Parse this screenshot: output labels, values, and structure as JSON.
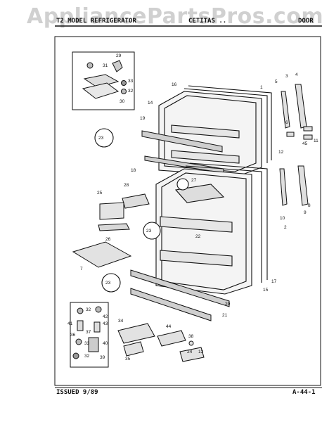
{
  "watermark": "AppliancePartsPros.com",
  "header": {
    "left": "T2 MODEL REFRIGERATOR",
    "middle": "CETITAS ..",
    "right": "DOOR"
  },
  "footer": {
    "issued": "ISSUED 9/89",
    "page_code": "A-44-1"
  },
  "callouts": [
    {
      "id": "c29",
      "label": "29"
    },
    {
      "id": "c31",
      "label": "31"
    },
    {
      "id": "c33a",
      "label": "33"
    },
    {
      "id": "c32a",
      "label": "32"
    },
    {
      "id": "c30",
      "label": "30"
    },
    {
      "id": "c16",
      "label": "16"
    },
    {
      "id": "c14",
      "label": "14"
    },
    {
      "id": "c1",
      "label": "1"
    },
    {
      "id": "c5",
      "label": "5"
    },
    {
      "id": "c3",
      "label": "3"
    },
    {
      "id": "c4",
      "label": "4"
    },
    {
      "id": "c19",
      "label": "19"
    },
    {
      "id": "c23a",
      "label": "23"
    },
    {
      "id": "c18",
      "label": "18"
    },
    {
      "id": "c6",
      "label": "6"
    },
    {
      "id": "c45",
      "label": "45"
    },
    {
      "id": "c11",
      "label": "11"
    },
    {
      "id": "c12",
      "label": "12"
    },
    {
      "id": "c28",
      "label": "28"
    },
    {
      "id": "c27",
      "label": "27"
    },
    {
      "id": "c25",
      "label": "25"
    },
    {
      "id": "c2",
      "label": "2"
    },
    {
      "id": "c23b",
      "label": "23"
    },
    {
      "id": "c22",
      "label": "22"
    },
    {
      "id": "c26",
      "label": "26"
    },
    {
      "id": "c10",
      "label": "10"
    },
    {
      "id": "c8",
      "label": "8"
    },
    {
      "id": "c9",
      "label": "9"
    },
    {
      "id": "c7",
      "label": "7"
    },
    {
      "id": "c23c",
      "label": "23"
    },
    {
      "id": "c17",
      "label": "17"
    },
    {
      "id": "c15",
      "label": "15"
    },
    {
      "id": "c20",
      "label": "20"
    },
    {
      "id": "c21",
      "label": "21"
    },
    {
      "id": "c32b",
      "label": "32"
    },
    {
      "id": "c42",
      "label": "42"
    },
    {
      "id": "c43",
      "label": "43"
    },
    {
      "id": "c41",
      "label": "41"
    },
    {
      "id": "c37",
      "label": "37"
    },
    {
      "id": "c36",
      "label": "36"
    },
    {
      "id": "c34",
      "label": "34"
    },
    {
      "id": "c44",
      "label": "44"
    },
    {
      "id": "c33b",
      "label": "33"
    },
    {
      "id": "c40",
      "label": "40"
    },
    {
      "id": "c32c",
      "label": "32"
    },
    {
      "id": "c39",
      "label": "39"
    },
    {
      "id": "c38",
      "label": "38"
    },
    {
      "id": "c24",
      "label": "24"
    },
    {
      "id": "c13",
      "label": "13"
    },
    {
      "id": "c35",
      "label": "35"
    }
  ]
}
